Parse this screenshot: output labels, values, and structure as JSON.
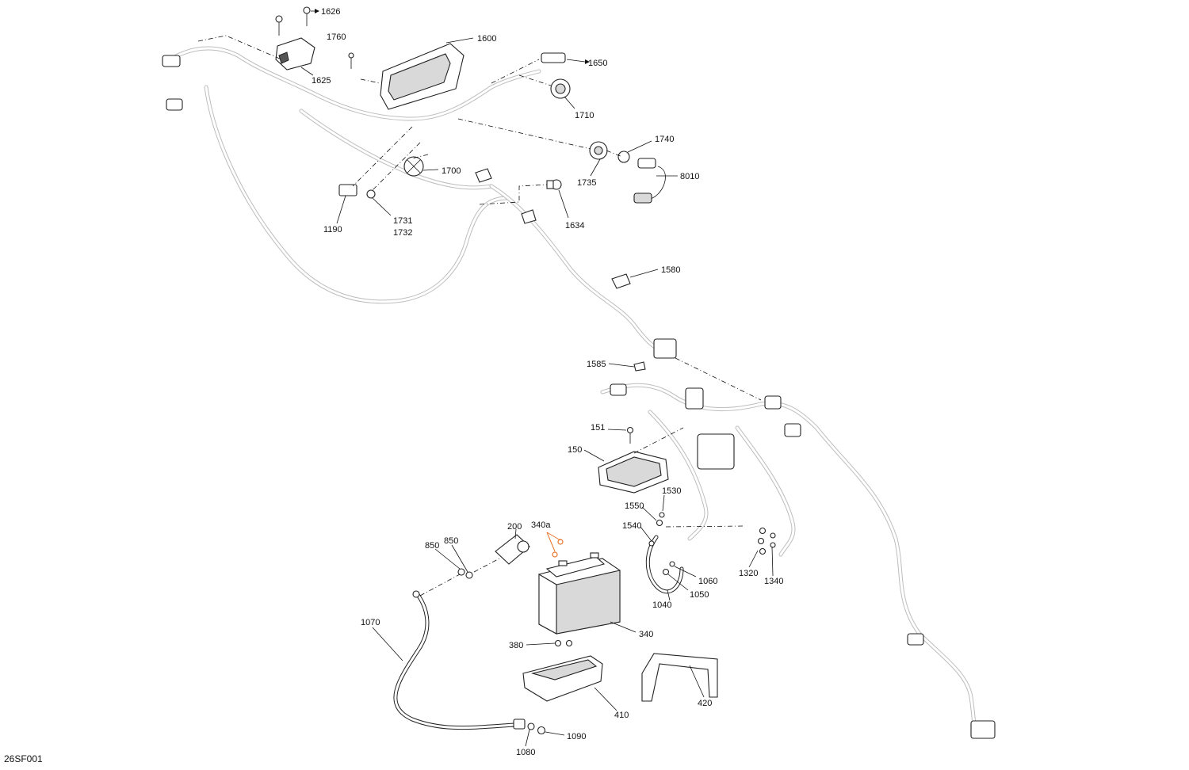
{
  "diagram": {
    "reference_code": "26SF001",
    "highlight_color": "#e8742a",
    "parts": [
      {
        "id": "p1626",
        "number": "1626"
      },
      {
        "id": "p1600",
        "number": "1600"
      },
      {
        "id": "p1760",
        "number": "1760"
      },
      {
        "id": "p1625",
        "number": "1625"
      },
      {
        "id": "p1650",
        "number": "1650"
      },
      {
        "id": "p1710",
        "number": "1710"
      },
      {
        "id": "p1740",
        "number": "1740"
      },
      {
        "id": "p8010",
        "number": "8010"
      },
      {
        "id": "p1735",
        "number": "1735"
      },
      {
        "id": "p1700",
        "number": "1700"
      },
      {
        "id": "p1634",
        "number": "1634"
      },
      {
        "id": "p1190",
        "number": "1190"
      },
      {
        "id": "p1731",
        "number": "1731"
      },
      {
        "id": "p1732",
        "number": "1732"
      },
      {
        "id": "p1580",
        "number": "1580"
      },
      {
        "id": "p1585",
        "number": "1585"
      },
      {
        "id": "p151",
        "number": "151"
      },
      {
        "id": "p150",
        "number": "150"
      },
      {
        "id": "p1530",
        "number": "1530"
      },
      {
        "id": "p1550",
        "number": "1550"
      },
      {
        "id": "p1540",
        "number": "1540"
      },
      {
        "id": "p200",
        "number": "200"
      },
      {
        "id": "p340a",
        "number": "340a"
      },
      {
        "id": "p850a",
        "number": "850"
      },
      {
        "id": "p850b",
        "number": "850"
      },
      {
        "id": "p1060",
        "number": "1060"
      },
      {
        "id": "p1050",
        "number": "1050"
      },
      {
        "id": "p1040",
        "number": "1040"
      },
      {
        "id": "p1320",
        "number": "1320"
      },
      {
        "id": "p1340",
        "number": "1340"
      },
      {
        "id": "p1070",
        "number": "1070"
      },
      {
        "id": "p340",
        "number": "340"
      },
      {
        "id": "p380",
        "number": "380"
      },
      {
        "id": "p420",
        "number": "420"
      },
      {
        "id": "p410",
        "number": "410"
      },
      {
        "id": "p1090",
        "number": "1090"
      },
      {
        "id": "p1080",
        "number": "1080"
      }
    ]
  }
}
